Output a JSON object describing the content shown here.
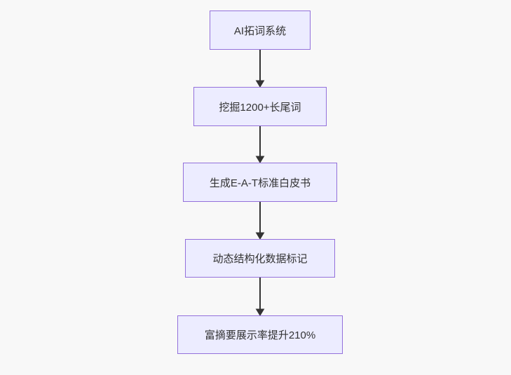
{
  "diagram": {
    "type": "flowchart",
    "direction": "top-down",
    "nodes": [
      {
        "id": "node-1",
        "label": "AI拓词系统"
      },
      {
        "id": "node-2",
        "label": "挖掘1200+长尾词"
      },
      {
        "id": "node-3",
        "label": "生成E-A-T标准白皮书"
      },
      {
        "id": "node-4",
        "label": "动态结构化数据标记"
      },
      {
        "id": "node-5",
        "label": "富摘要展示率提升210%"
      }
    ],
    "edges": [
      {
        "from": "node-1",
        "to": "node-2"
      },
      {
        "from": "node-2",
        "to": "node-3"
      },
      {
        "from": "node-3",
        "to": "node-4"
      },
      {
        "from": "node-4",
        "to": "node-5"
      }
    ],
    "colors": {
      "background": "#f8f8f8",
      "node_fill": "#ececff",
      "node_border": "#9370db",
      "text": "#333333",
      "arrow": "#333333"
    }
  }
}
